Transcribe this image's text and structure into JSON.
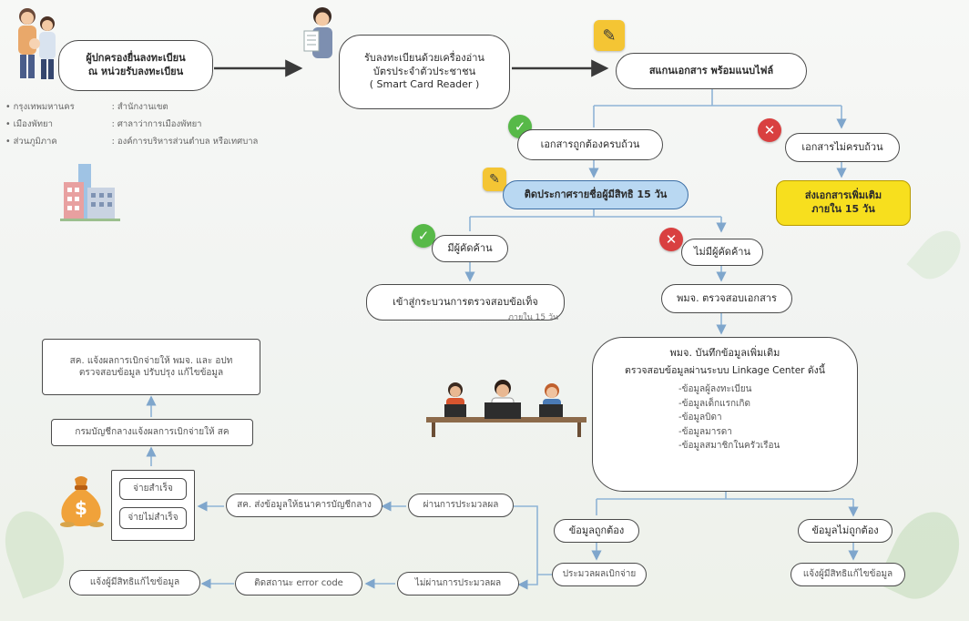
{
  "nodes": {
    "parent_register": [
      "ผู้ปกครองยื่นลงทะเบียน",
      "ณ หน่วยรับลงทะเบียน"
    ],
    "card_reader": [
      "รับลงทะเบียนด้วยเครื่องอ่าน",
      "บัตรประจำตัวประชาชน",
      "( Smart Card Reader )"
    ],
    "scan_docs": "สแกนเอกสาร พร้อมแนบไฟล์",
    "docs_complete": "เอกสารถูกต้องครบถ้วน",
    "docs_incomplete": "เอกสารไม่ครบถ้วน",
    "send_more_docs": [
      "ส่งเอกสารเพิ่มเติม",
      "ภายใน 15 วัน"
    ],
    "post_notice": "ติดประกาศรายชื่อผู้มีสิทธิ 15 วัน",
    "has_objection": "มีผู้คัดค้าน",
    "no_objection": "ไม่มีผู้คัดค้าน",
    "fact_check": "เข้าสู่กระบวนการตรวจสอบข้อเท็จ",
    "fact_check_note": "ภายใน 15 วัน",
    "review_docs": "พมจ. ตรวจสอบเอกสาร",
    "record_box": {
      "lines": [
        "พมจ. บันทึกข้อมูลเพิ่มเติม",
        "ตรวจสอบข้อมูลผ่านระบบ Linkage Center ดังนี้"
      ],
      "items": [
        "-ข้อมูลผู้ลงทะเบียน",
        "-ข้อมูลเด็กแรกเกิด",
        "-ข้อมูลบิดา",
        "-ข้อมูลมารดา",
        "-ข้อมูลสมาชิกในครัวเรือน"
      ]
    },
    "data_correct": "ข้อมูลถูกต้อง",
    "data_incorrect": "ข้อมูลไม่ถูกต้อง",
    "process_evaluate": "ประมวลผลเบิกจ่าย",
    "notify_edit": "แจ้งผู้มีสิทธิแก้ไขข้อมูล",
    "pass_eval": "ผ่านการประมวลผล",
    "fail_eval": "ไม่ผ่านการประมวลผล",
    "send_to_bank": "สค. ส่งข้อมูลให้ธนาคารบัญชีกลาง",
    "error_code": "ติดสถานะ error code",
    "notify_fix": "แจ้งผู้มีสิทธิแก้ไขข้อมูล",
    "pay_success": "จ่ายสำเร็จ",
    "pay_fail": "จ่ายไม่สำเร็จ",
    "comptroller_report": "กรมบัญชีกลางแจ้งผลการเบิกจ่ายให้ สค",
    "dcy_notify": [
      "สค. แจ้งผลการเบิกจ่ายให้ พมจ. และ อปท",
      "ตรวจสอบข้อมูล ปรับปรุง แก้ไขข้อมูล"
    ]
  },
  "legend": [
    {
      "place": "กรุงเทพมหานคร",
      "agency": "สำนักงานเขต"
    },
    {
      "place": "เมืองพัทยา",
      "agency": "ศาลาว่าการเมืองพัทยา"
    },
    {
      "place": "ส่วนภูมิภาค",
      "agency": "องค์การบริหารส่วนตำบล หรือเทศบาล"
    }
  ],
  "icons": {
    "check": "check-icon",
    "cross": "cross-icon",
    "pencil": "pencil-icon",
    "money_bag": "money-bag-icon",
    "money_bag_symbol": "$"
  },
  "colors": {
    "arrow": "#3a3a3a",
    "connector": "#8fb4d6",
    "blue_fill": "#b9d8f2",
    "yellow_fill": "#f7df1e",
    "ok": "#57b948",
    "no": "#d94040"
  }
}
